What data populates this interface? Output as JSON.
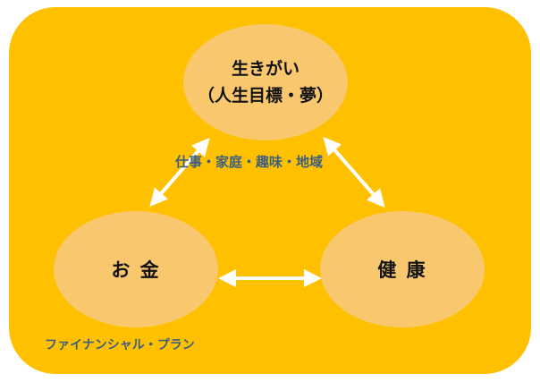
{
  "diagram": {
    "nodes": {
      "purpose": {
        "line1": "生きがい",
        "line2": "（人生目標・夢）"
      },
      "money": "お 金",
      "health": "健 康"
    },
    "captions": {
      "domains": "仕事・家庭・趣味・地域",
      "plan": "ファイナンシャル・プラン"
    },
    "links": [
      {
        "from": "purpose",
        "to": "money",
        "bidirectional": true
      },
      {
        "from": "purpose",
        "to": "health",
        "bidirectional": true
      },
      {
        "from": "money",
        "to": "health",
        "bidirectional": true
      }
    ]
  },
  "colors": {
    "panel": "#ffc000",
    "node": "#f9c86e",
    "arrow": "#ffffff",
    "caption": "#3f5f7f",
    "node_text": "#111111"
  }
}
